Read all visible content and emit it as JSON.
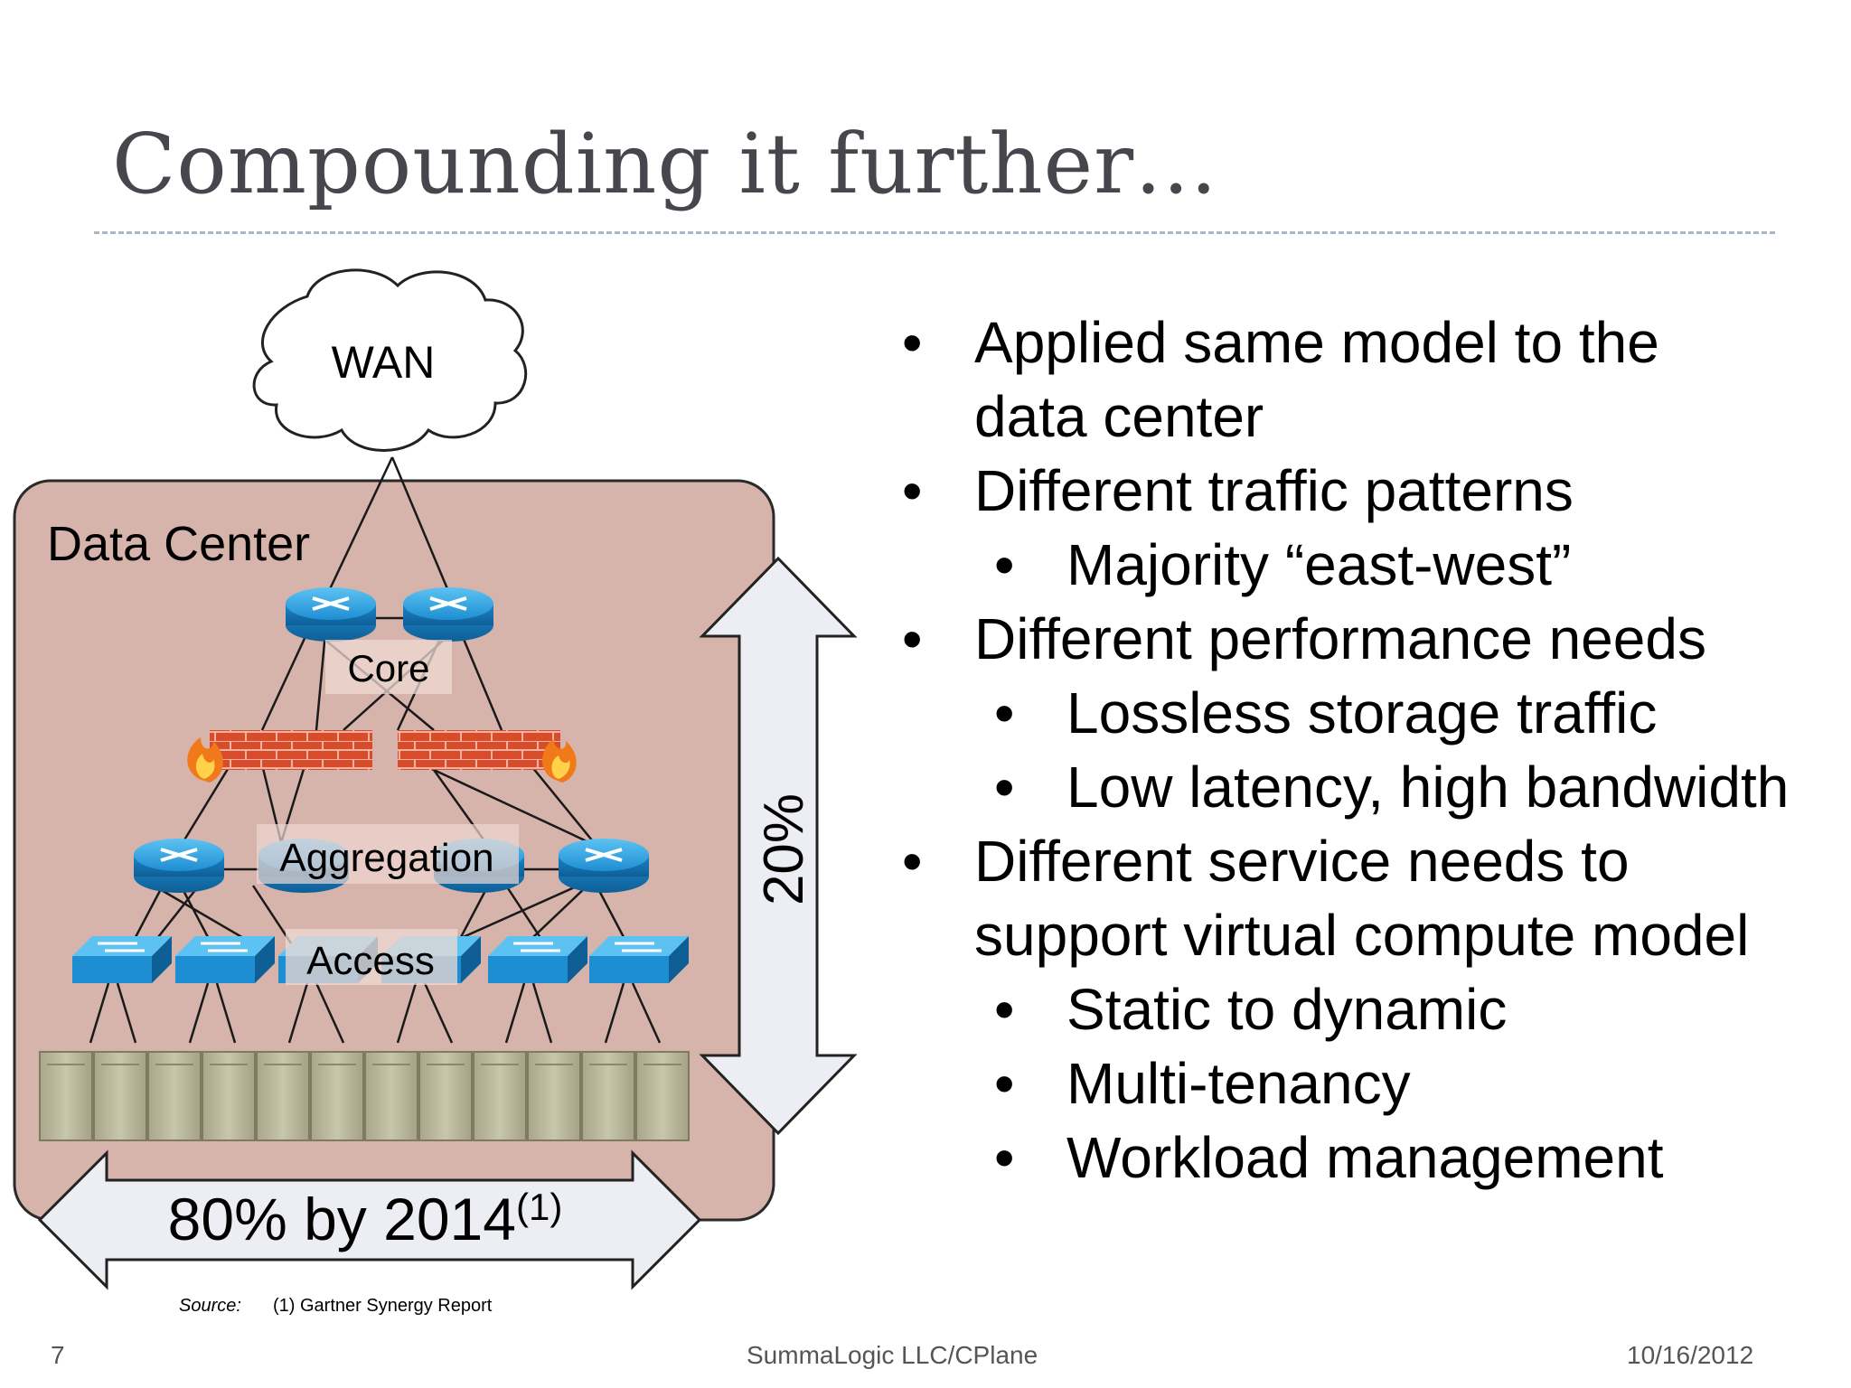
{
  "title": "Compounding it further…",
  "diagram": {
    "wan_label": "WAN",
    "datacenter_label": "Data Center",
    "core_label": "Core",
    "aggregation_label": "Aggregation",
    "access_label": "Access",
    "vertical_arrow_label": "20%",
    "horizontal_arrow_label": "80% by 2014",
    "horizontal_arrow_footnote": "(1)"
  },
  "bullets": [
    {
      "level": 1,
      "text": "Applied same model to the"
    },
    {
      "level": 1,
      "text": "data center",
      "continuation": true
    },
    {
      "level": 1,
      "text": "Different traffic patterns"
    },
    {
      "level": 2,
      "text": "Majority “east-west”"
    },
    {
      "level": 1,
      "text": "Different performance needs"
    },
    {
      "level": 2,
      "text": "Lossless storage traffic"
    },
    {
      "level": 2,
      "text": "Low latency, high bandwidth"
    },
    {
      "level": 1,
      "text": "Different service needs to"
    },
    {
      "level": 1,
      "text": "support virtual compute model",
      "continuation": true
    },
    {
      "level": 2,
      "text": "Static to dynamic"
    },
    {
      "level": 2,
      "text": "Multi-tenancy"
    },
    {
      "level": 2,
      "text": "Workload management"
    }
  ],
  "source": {
    "label": "Source:",
    "text": "(1) Gartner Synergy Report"
  },
  "footer": {
    "page_number": "7",
    "company": "SummaLogic LLC/CPlane",
    "date": "10/16/2012"
  },
  "colors": {
    "title": "#45474d",
    "datacenter_fill": "#d6b3ab",
    "router_blue": "#1e8ed3",
    "firewall_red": "#d84b2b",
    "server_fill": "#b9b79a",
    "arrow_fill": "#eceef3"
  }
}
